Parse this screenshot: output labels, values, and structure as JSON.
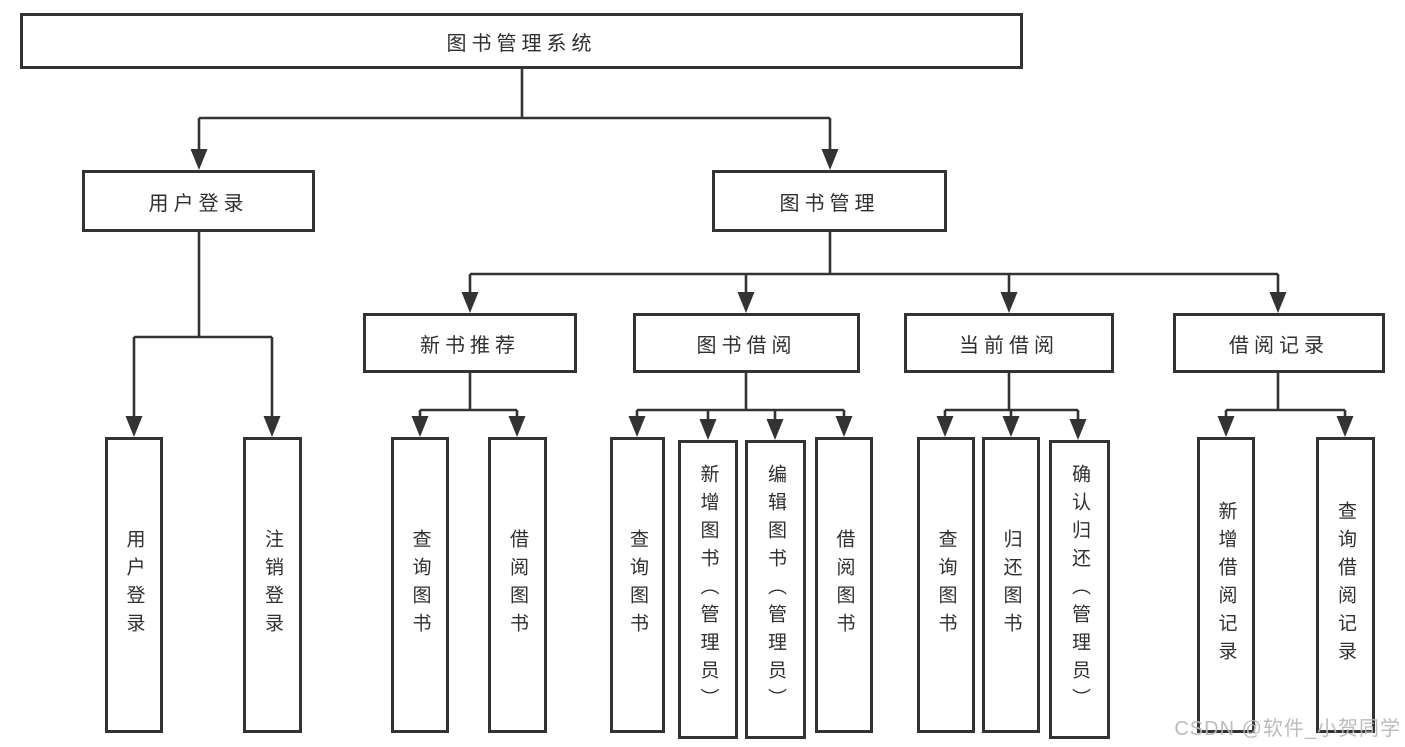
{
  "diagram": {
    "tree": {
      "label": "图书管理系统",
      "children": [
        {
          "label": "用户登录",
          "children": [
            {
              "label": "用户登录"
            },
            {
              "label": "注销登录"
            }
          ]
        },
        {
          "label": "图书管理",
          "children": [
            {
              "label": "新书推荐",
              "children": [
                {
                  "label": "查询图书"
                },
                {
                  "label": "借阅图书"
                }
              ]
            },
            {
              "label": "图书借阅",
              "children": [
                {
                  "label": "查询图书"
                },
                {
                  "label": "新增图书（管理员）"
                },
                {
                  "label": "编辑图书（管理员）"
                },
                {
                  "label": "借阅图书"
                }
              ]
            },
            {
              "label": "当前借阅",
              "children": [
                {
                  "label": "查询图书"
                },
                {
                  "label": "归还图书"
                },
                {
                  "label": "确认归还（管理员）"
                }
              ]
            },
            {
              "label": "借阅记录",
              "children": [
                {
                  "label": "新增借阅记录"
                },
                {
                  "label": "查询借阅记录"
                }
              ]
            }
          ]
        }
      ]
    },
    "colors": {
      "line": "#333333",
      "box_border": "#333333",
      "box_background": "#ffffff",
      "text": "#2f2f2f",
      "watermark": "#b8b8b8",
      "page_background": "#ffffff"
    }
  },
  "watermark": {
    "text": "CSDN @软件_小贺同学"
  }
}
